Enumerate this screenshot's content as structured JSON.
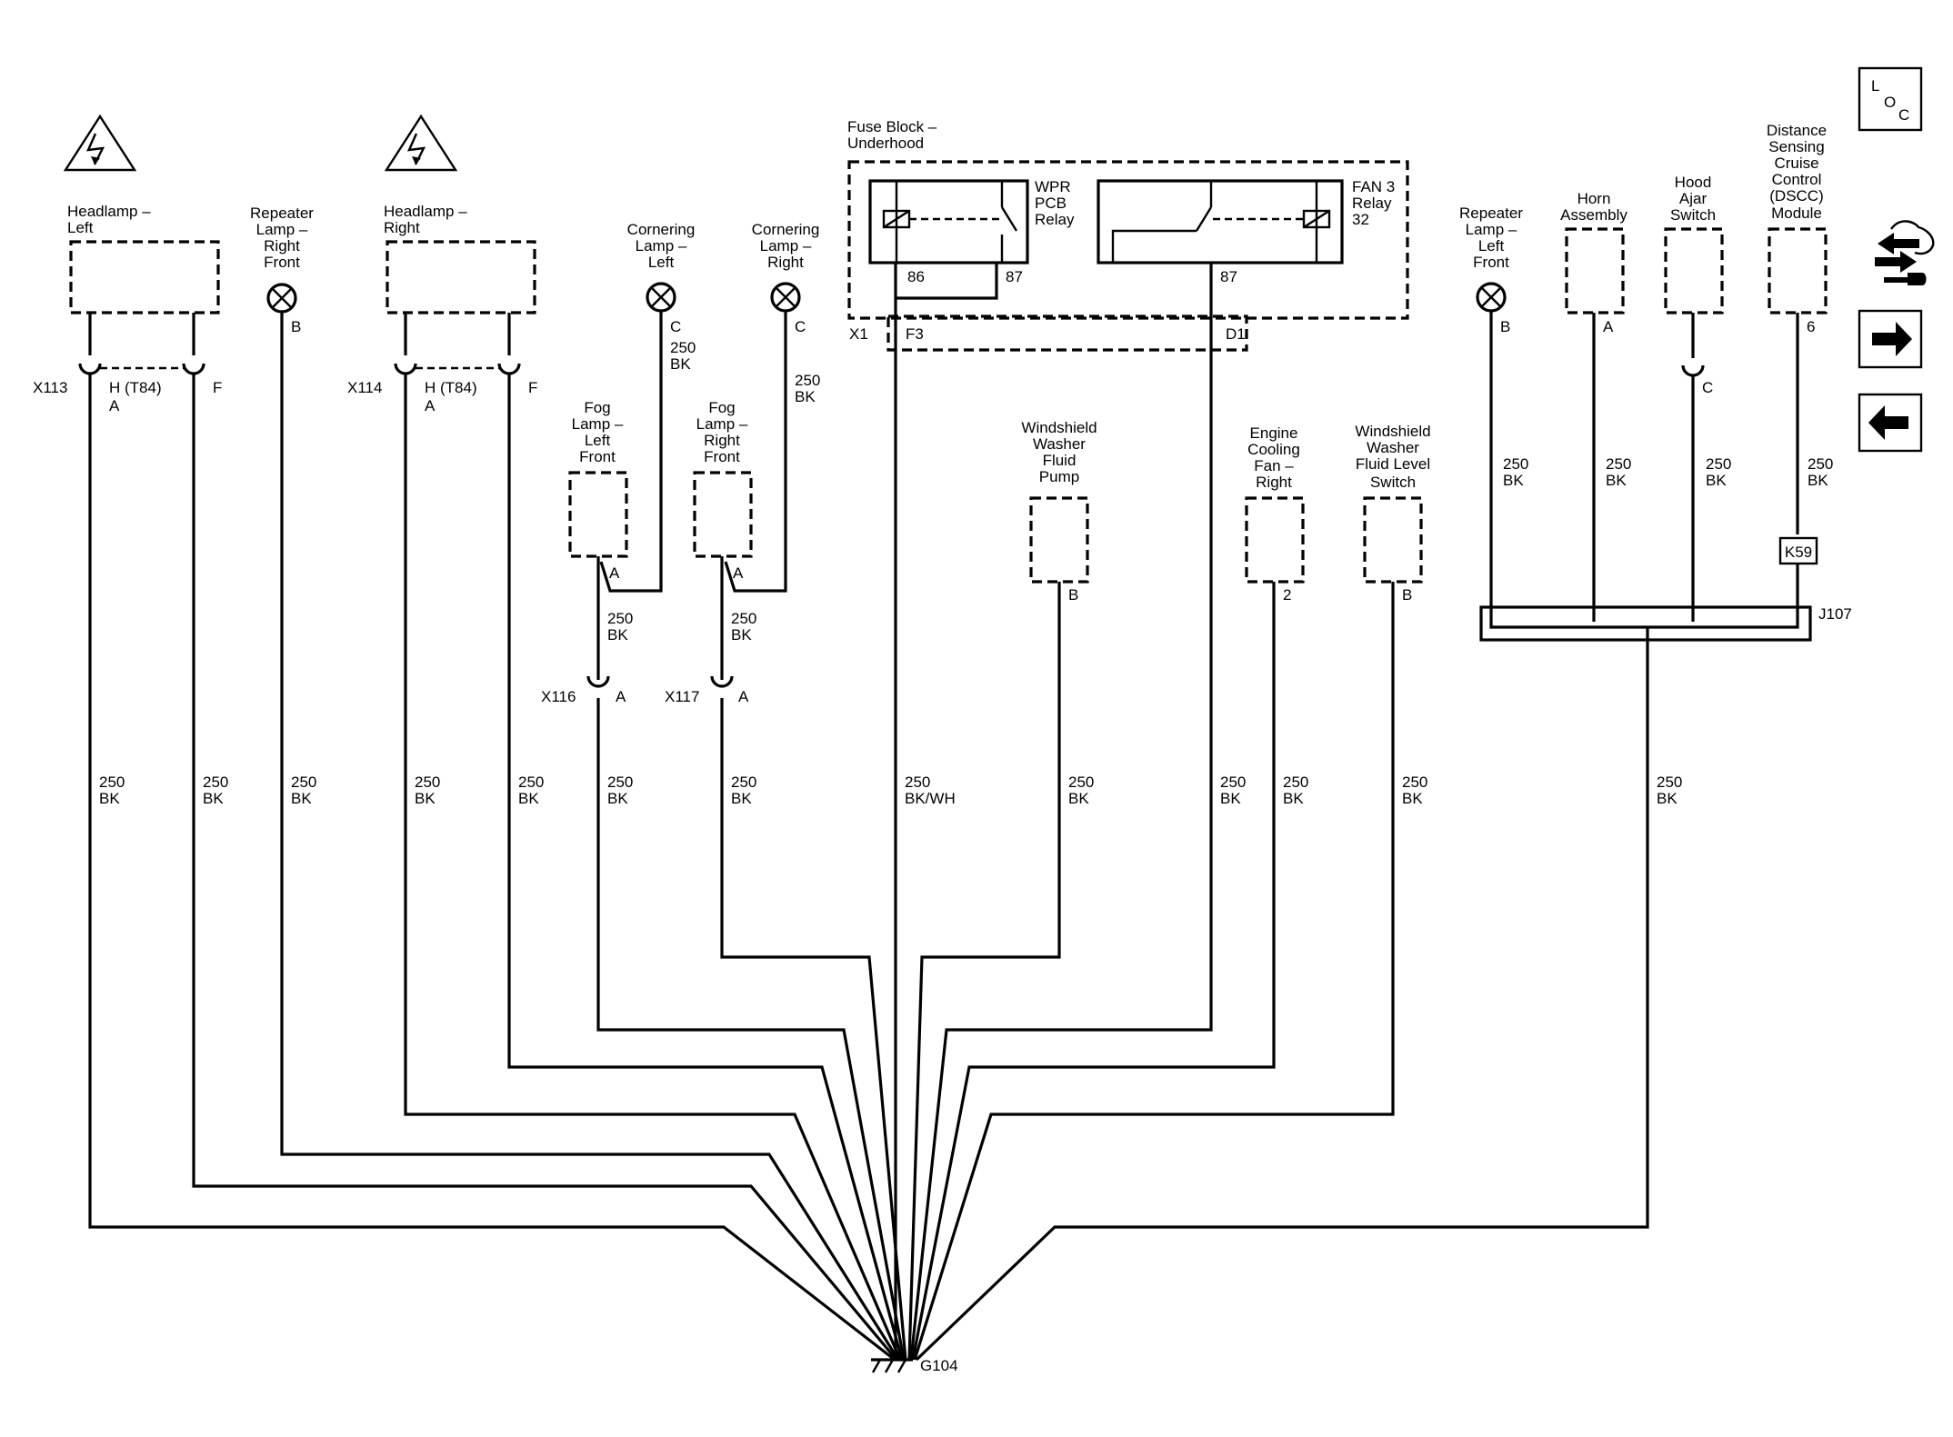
{
  "components": {
    "headlamp_left": [
      "Headlamp –",
      "Left"
    ],
    "repeater_right": [
      "Repeater",
      "Lamp –",
      "Right",
      "Front"
    ],
    "headlamp_right": [
      "Headlamp –",
      "Right"
    ],
    "cornering_left": [
      "Cornering",
      "Lamp –",
      "Left"
    ],
    "cornering_right": [
      "Cornering",
      "Lamp –",
      "Right"
    ],
    "fuse_block": [
      "Fuse Block –",
      "Underhood"
    ],
    "wpr_relay": [
      "WPR",
      "PCB",
      "Relay"
    ],
    "fan3_relay": [
      "FAN 3",
      "Relay",
      "32"
    ],
    "repeater_left": [
      "Repeater",
      "Lamp –",
      "Left",
      "Front"
    ],
    "horn": [
      "Horn",
      "Assembly"
    ],
    "hood_ajar": [
      "Hood",
      "Ajar",
      "Switch"
    ],
    "dscc": [
      "Distance",
      "Sensing",
      "Cruise",
      "Control",
      "(DSCC)",
      "Module"
    ],
    "fog_left": [
      "Fog",
      "Lamp –",
      "Left",
      "Front"
    ],
    "fog_right": [
      "Fog",
      "Lamp –",
      "Right",
      "Front"
    ],
    "washer_pump": [
      "Windshield",
      "Washer",
      "Fluid",
      "Pump"
    ],
    "cooling_fan": [
      "Engine",
      "Cooling",
      "Fan –",
      "Right"
    ],
    "washer_level": [
      "Windshield",
      "Washer",
      "Fluid Level",
      "Switch"
    ]
  },
  "connectors": {
    "x113": "X113",
    "x114": "X114",
    "x116": "X116",
    "x117": "X117",
    "x1": "X1",
    "f3": "F3",
    "d1": "D1",
    "j107": "J107",
    "k59": "K59",
    "g104": "G104"
  },
  "pins": {
    "h_t84": "H (T84)",
    "a": "A",
    "f": "F",
    "b": "B",
    "c": "C",
    "p86": "86",
    "p87": "87",
    "p2": "2",
    "p6": "6"
  },
  "wire": {
    "gauge": "250",
    "color_bk": "BK",
    "color_bkwh": "BK/WH"
  },
  "nav": {
    "loc_l": "L",
    "loc_o": "O",
    "loc_c": "C"
  }
}
